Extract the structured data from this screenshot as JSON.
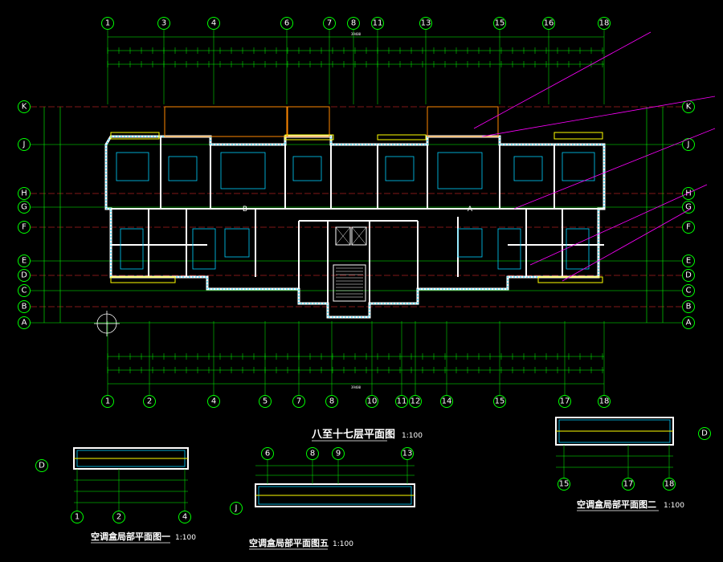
{
  "main_plan": {
    "title": "八至十七层平面图",
    "scale": "1:100",
    "top_axes": [
      "1",
      "3",
      "4",
      "6",
      "7",
      "8",
      "11",
      "13",
      "15",
      "16",
      "18"
    ],
    "bottom_axes": [
      "1",
      "2",
      "4",
      "5",
      "7",
      "8",
      "10",
      "11",
      "12",
      "14",
      "15",
      "17",
      "18"
    ],
    "row_axes": [
      "K",
      "J",
      "H",
      "G",
      "F",
      "E",
      "D",
      "C",
      "B",
      "A"
    ],
    "units": [
      "B",
      "A"
    ],
    "top_total_dim": "39400",
    "bottom_total_dim": "39400"
  },
  "detail1": {
    "title": "空调盒局部平面图一",
    "scale": "1:100",
    "axes": [
      "1",
      "2",
      "4"
    ],
    "row_axis": "D"
  },
  "detail2": {
    "title": "空调盒局部平面图二",
    "scale": "1:100",
    "axes": [
      "15",
      "17",
      "18"
    ],
    "row_axis": "D"
  },
  "detail5": {
    "title": "空调盒局部平面图五",
    "scale": "1:100",
    "axes": [
      "6",
      "8",
      "9",
      "13"
    ],
    "row_axis": "J"
  },
  "colors": {
    "background": "#000000",
    "axis": "#00ff00",
    "wall": "#ffffff",
    "grid_red": "#ff3030",
    "accent_magenta": "#ff00ff",
    "fill_cyan": "#00d0ff",
    "fill_yellow": "#ffff00",
    "fill_orange": "#ff8800"
  }
}
